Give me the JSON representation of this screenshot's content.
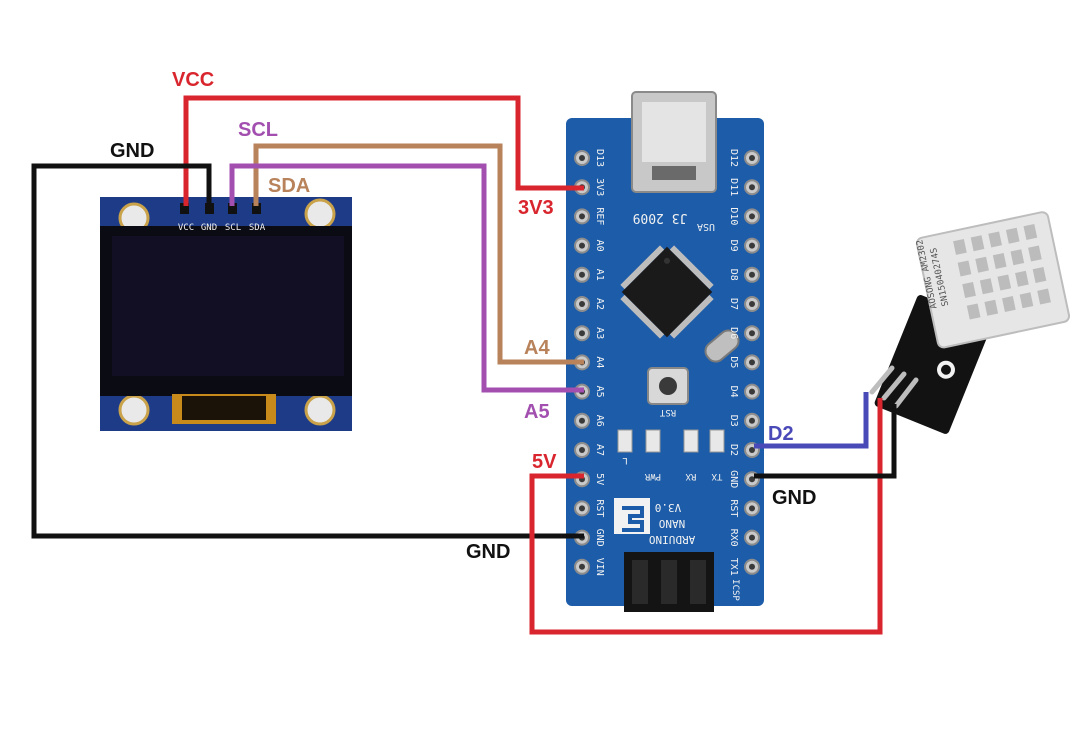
{
  "colors": {
    "vcc_wire": "#d9262e",
    "gnd_wire": "#111111",
    "scl_wire": "#b8825a",
    "sda_wire": "#a24fb0",
    "data_wire": "#4a49b8",
    "board_blue": "#1c5ca8",
    "oled_board": "#1e3b88",
    "sensor_white": "#e6e6e6"
  },
  "oled": {
    "pins": [
      "VCC",
      "GND",
      "SCL",
      "SDA"
    ]
  },
  "arduino": {
    "left_pins": [
      "D13",
      "3V3",
      "REF",
      "A0",
      "A1",
      "A2",
      "A3",
      "A4",
      "A5",
      "A6",
      "A7",
      "5V",
      "RST",
      "GND",
      "VIN"
    ],
    "right_pins": [
      "D12",
      "D11",
      "D10",
      "D9",
      "D8",
      "D7",
      "D6",
      "D5",
      "D4",
      "D3",
      "D2",
      "GND",
      "RST",
      "RX0",
      "TX1"
    ],
    "silk": {
      "rev": "J3 2009",
      "usa": "USA",
      "nano": "NANO",
      "version": "V3.0",
      "brand": "ARDUINO",
      "rst": "RST",
      "led_l": "L",
      "led_pwr": "PWR",
      "led_rx": "RX",
      "led_tx": "TX",
      "icsp": "ICSP"
    }
  },
  "sensor": {
    "brand": "AOSONG AM2302",
    "serial": "SN15040274S"
  },
  "labels": {
    "vcc": "VCC",
    "gnd_oled": "GND",
    "scl": "SCL",
    "sda": "SDA",
    "v33": "3V3",
    "a4": "A4",
    "a5": "A5",
    "v5": "5V",
    "gnd_nano": "GND",
    "d2": "D2",
    "gnd_sensor": "GND"
  }
}
